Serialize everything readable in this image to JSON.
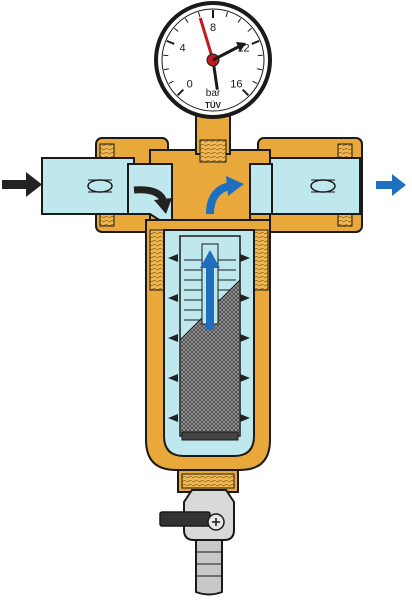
{
  "gauge": {
    "unit": "bar",
    "logo": "TÜV",
    "tick_labels": [
      "0",
      "4",
      "8",
      "12",
      "16"
    ],
    "needle_value": 7
  },
  "flow": {
    "inlet_arrow_color": "#222222",
    "outlet_arrow_color": "#1f6fc0",
    "internal_flow_color": "#1f6fc0"
  },
  "colors": {
    "brass": "#e8a93a",
    "brass_dark": "#b07320",
    "water": "#bfe8ee",
    "outline": "#1a1a1a",
    "mesh": "#5a5a5a",
    "valve_handle": "#333333",
    "nozzle": "#c8c8c8"
  }
}
